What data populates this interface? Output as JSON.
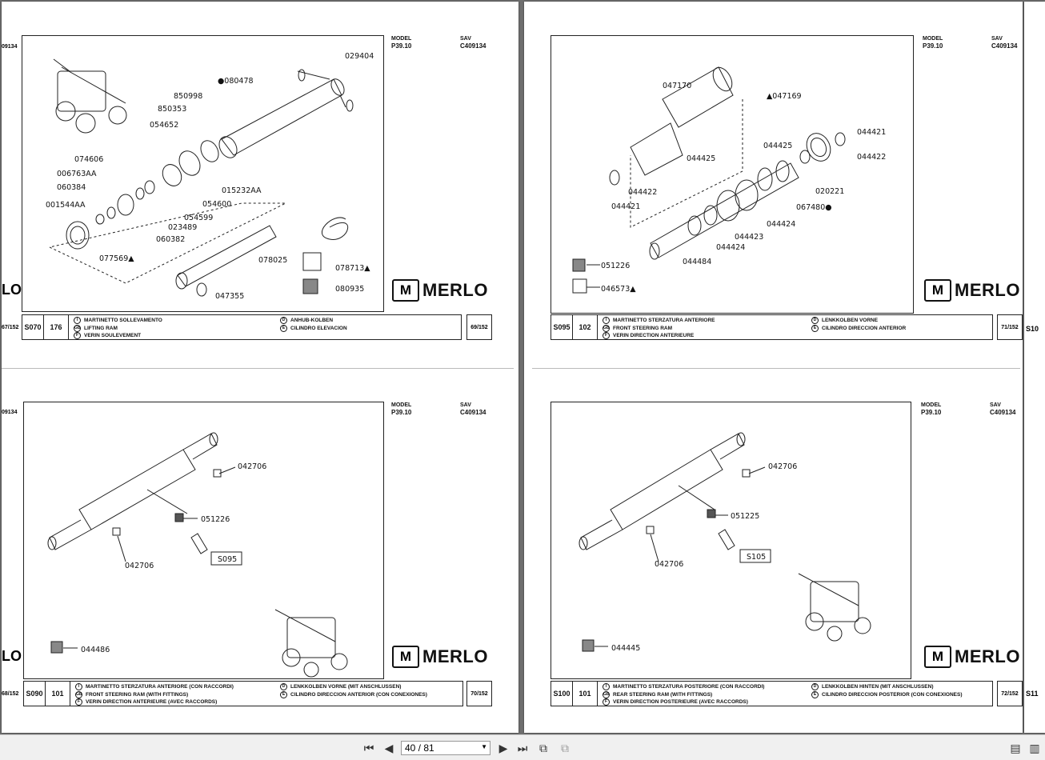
{
  "pages": [
    {
      "model_label": "MODEL",
      "model": "P39.10",
      "sav_label": "SAV",
      "sav": "C409134",
      "code": "S070",
      "ref": "176",
      "page": "69/152",
      "desc_i": "MARTINETTO SOLLEVAMENTO",
      "desc_gb": "LIFTING RAM",
      "desc_f": "VERIN SOULEVEMENT",
      "desc_d": "ANHUB-KOLBEN",
      "desc_e": "CILINDRO ELEVACION",
      "parts": [
        "029404",
        "●080478",
        "850998",
        "850353",
        "054652",
        "074606",
        "006763AA",
        "060384",
        "001544AA",
        "015232AA",
        "054600",
        "054599",
        "023489",
        "060382",
        "077569▲",
        "078025",
        "078713▲",
        "080935",
        "047355"
      ]
    },
    {
      "model_label": "MODEL",
      "model": "P39.10",
      "sav_label": "SAV",
      "sav": "C409134",
      "code": "S095",
      "ref": "102",
      "page": "71/152",
      "desc_i": "MARTINETTO STERZATURA ANTERIORE",
      "desc_gb": "FRONT STEERING RAM",
      "desc_f": "VERIN DIRECTION ANTERIEURE",
      "desc_d": "LENKKOLBEN VORNE",
      "desc_e": "CILINDRO DIRECCION ANTERIOR",
      "parts": [
        "047170",
        "▲047169",
        "044421",
        "044425",
        "044422",
        "044425",
        "044422",
        "044421",
        "020221",
        "067480●",
        "044424",
        "044423",
        "044424",
        "044484",
        "051226",
        "046573▲"
      ]
    },
    {
      "model_label": "MODEL",
      "model": "P39.10",
      "sav_label": "SAV",
      "sav": "C409134",
      "code": "S090",
      "ref": "101",
      "page": "70/152",
      "desc_i": "MARTINETTO STERZATURA ANTERIORE (CON RACCORDI)",
      "desc_gb": "FRONT STEERING RAM (WITH FITTINGS)",
      "desc_f": "VERIN DIRECTION ANTERIEURE (AVEC RACCORDS)",
      "desc_d": "LENKKOLBEN VORNE (MIT ANSCHLUSSEN)",
      "desc_e": "CILINDRO DIRECCION ANTERIOR (CON CONEXIONES)",
      "parts": [
        "042706",
        "051226",
        "042706",
        "S095",
        "044486"
      ]
    },
    {
      "model_label": "MODEL",
      "model": "P39.10",
      "sav_label": "SAV",
      "sav": "C409134",
      "code": "S100",
      "ref": "101",
      "page": "72/152",
      "desc_i": "MARTINETTO STERZATURA POSTERIORE (CON RACCORDI)",
      "desc_gb": "REAR STEERING RAM (WITH FITTINGS)",
      "desc_f": "VERIN DIRECTION POSTERIEURE (AVEC RACCORDS)",
      "desc_d": "LENKKOLBEN HINTEN (MIT ANSCHLUSSEN)",
      "desc_e": "CILINDRO DIRECCION POSTERIOR (CON CONEXIONES)",
      "parts": [
        "042706",
        "051225",
        "042706",
        "S105",
        "044445"
      ]
    }
  ],
  "brand": "MERLO",
  "brand_mark": "M",
  "stubs": {
    "left_top": "09134",
    "left_mid": "09134",
    "left_cap_top": "67/152",
    "left_cap_bot": "68/152",
    "right_top": "S10",
    "right_bot": "S11",
    "left_logo": "LO"
  },
  "toolbar": {
    "page_value": "40 / 81"
  },
  "icons": {
    "first": "first-page-icon",
    "prev": "previous-page-icon",
    "next": "next-page-icon",
    "last": "last-page-icon"
  }
}
